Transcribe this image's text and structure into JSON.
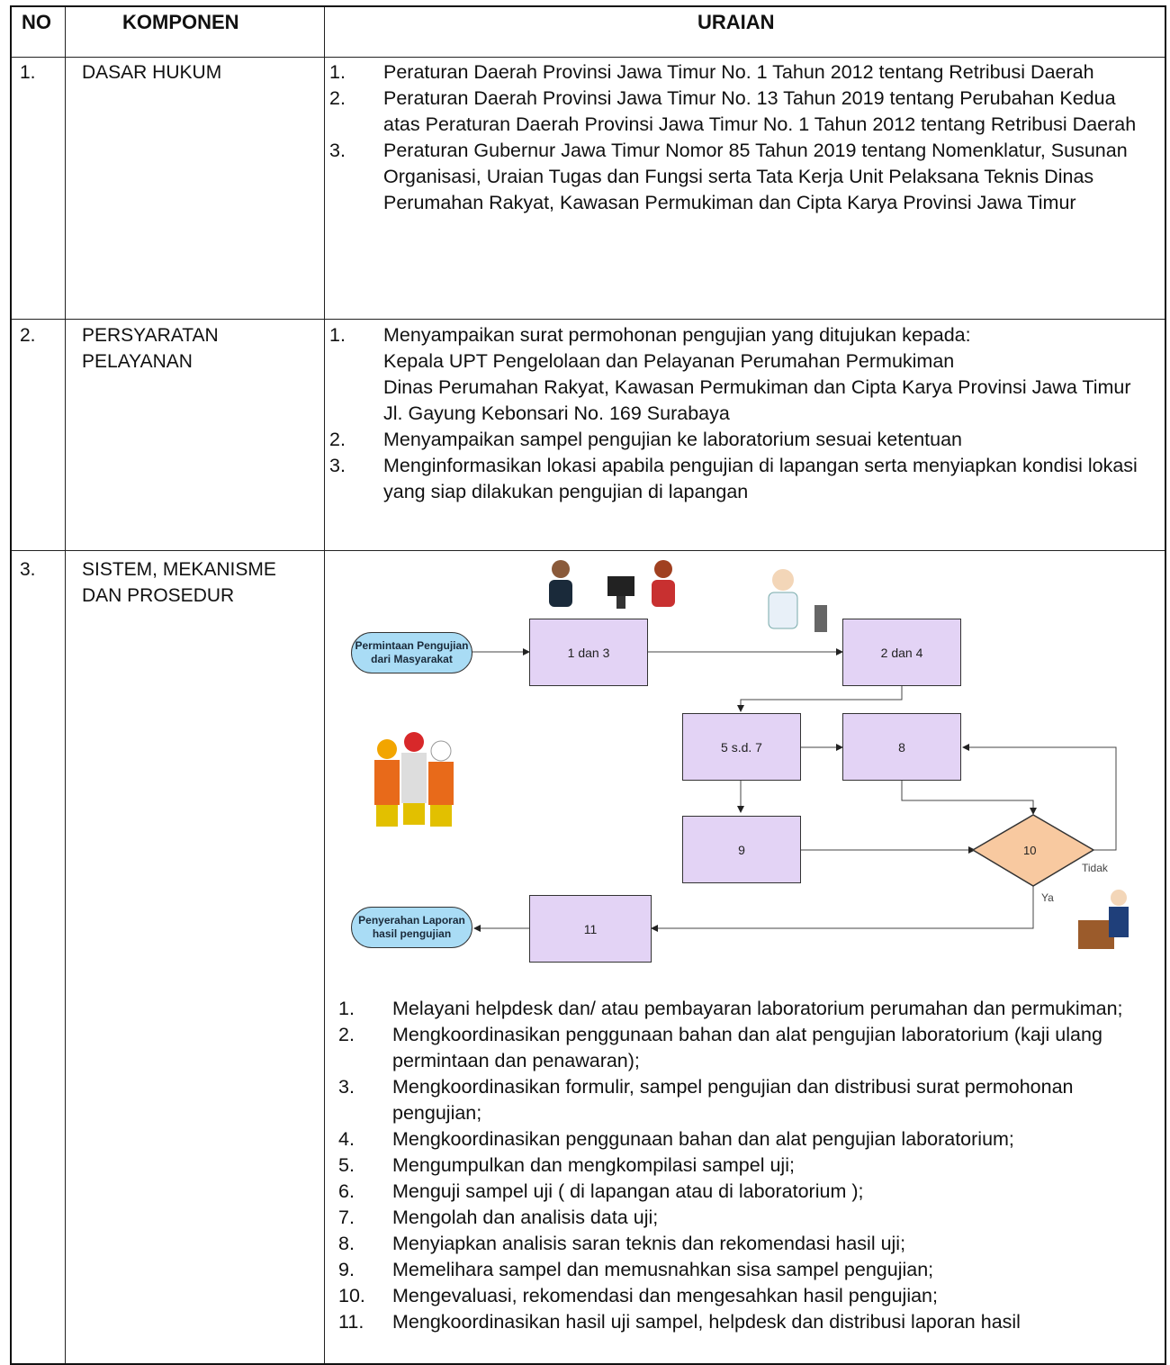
{
  "header": {
    "no": "NO",
    "komponen": "KOMPONEN",
    "uraian": "URAIAN"
  },
  "rows": [
    {
      "no": "1.",
      "komponen": "DASAR HUKUM",
      "items": [
        {
          "num": "1.",
          "text": "Peraturan Daerah Provinsi Jawa Timur No. 1 Tahun 2012 tentang Retribusi Daerah"
        },
        {
          "num": "2.",
          "text": "Peraturan Daerah Provinsi Jawa Timur No. 13 Tahun 2019 tentang Perubahan Kedua atas Peraturan Daerah Provinsi Jawa Timur No. 1 Tahun 2012 tentang Retribusi Daerah"
        },
        {
          "num": "3.",
          "text": "Peraturan Gubernur Jawa Timur Nomor 85 Tahun 2019 tentang Nomenklatur, Susunan Organisasi, Uraian Tugas dan Fungsi serta Tata Kerja Unit Pelaksana Teknis Dinas Perumahan Rakyat, Kawasan Permukiman dan Cipta Karya Provinsi Jawa Timur"
        }
      ]
    },
    {
      "no": "2.",
      "komponen": "PERSYARATAN PELAYANAN",
      "items": [
        {
          "num": "1.",
          "text": "Menyampaikan surat permohonan pengujian yang ditujukan kepada:",
          "extra": [
            "Kepala UPT Pengelolaan dan Pelayanan Perumahan Permukiman",
            "Dinas Perumahan Rakyat, Kawasan Permukiman dan Cipta Karya Provinsi Jawa Timur",
            "Jl. Gayung Kebonsari No. 169 Surabaya"
          ]
        },
        {
          "num": "2.",
          "text": "Menyampaikan sampel pengujian ke laboratorium sesuai ketentuan"
        },
        {
          "num": "3.",
          "text": "Menginformasikan lokasi apabila pengujian di lapangan serta menyiapkan kondisi lokasi yang siap dilakukan pengujian di lapangan"
        }
      ]
    },
    {
      "no": "3.",
      "komponen": "SISTEM, MEKANISME DAN PROSEDUR",
      "flow": {
        "start": "Permintaan Pengujian dari Masyarakat",
        "b13": "1 dan 3",
        "b24": "2 dan 4",
        "b57": "5 s.d. 7",
        "b8": "8",
        "b9": "9",
        "d10": "10",
        "b11": "11",
        "end": "Penyerahan Laporan hasil pengujian",
        "tidak": "Tidak",
        "ya": "Ya"
      },
      "items": [
        {
          "num": "1.",
          "text": "Melayani helpdesk dan/ atau pembayaran laboratorium perumahan dan permukiman;"
        },
        {
          "num": "2.",
          "text": "Mengkoordinasikan penggunaan bahan dan alat pengujian laboratorium (kaji ulang permintaan dan penawaran);"
        },
        {
          "num": "3.",
          "text": "Mengkoordinasikan formulir, sampel pengujian dan distribusi surat permohonan pengujian;"
        },
        {
          "num": "4.",
          "text": "Mengkoordinasikan penggunaan bahan dan alat pengujian laboratorium;"
        },
        {
          "num": "5.",
          "text": "Mengumpulkan dan mengkompilasi sampel uji;"
        },
        {
          "num": "6.",
          "text": "Menguji sampel uji ( di lapangan atau di laboratorium );"
        },
        {
          "num": "7.",
          "text": "Mengolah dan analisis data uji;"
        },
        {
          "num": "8.",
          "text": "Menyiapkan analisis saran teknis dan rekomendasi hasil uji;"
        },
        {
          "num": "9.",
          "text": "Memelihara sampel dan memusnahkan sisa sampel pengujian;"
        },
        {
          "num": "10.",
          "text": "Mengevaluasi, rekomendasi dan mengesahkan hasil pengujian;"
        },
        {
          "num": "11.",
          "text": "Mengkoordinasikan hasil uji sampel, helpdesk dan distribusi laporan hasil"
        }
      ]
    }
  ]
}
